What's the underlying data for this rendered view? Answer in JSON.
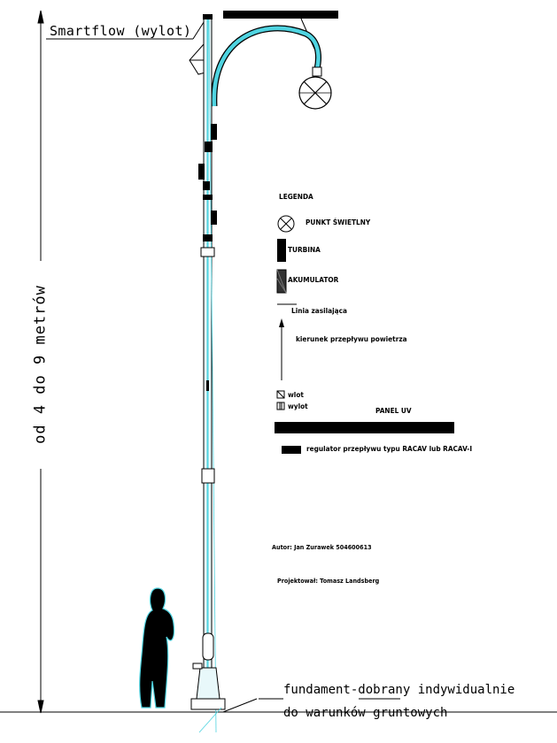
{
  "labels": {
    "smartflow": "Smartflow (wylot)",
    "height": "od 4 do 9 metrów",
    "foundation_1": "fundament-dobrany indywidualnie",
    "foundation_2": "do warunków gruntowych"
  },
  "legend": {
    "title": "LEGENDA",
    "light_point": "PUNKT ŚWIETLNY",
    "turbine": "TURBINA",
    "battery": "AKUMULATOR",
    "power_line": "Linia zasilająca",
    "airflow": "kierunek przepływu powietrza",
    "inlet": "wlot",
    "outlet": "wylot",
    "panel": "PANEL UV",
    "regulator": "regulator przepływu typu RACAV lub RACAV-I"
  },
  "credits": {
    "author": "Autor: Jan Zurawek 504600613",
    "designer": "Projektował: Tomasz Landsberg"
  }
}
